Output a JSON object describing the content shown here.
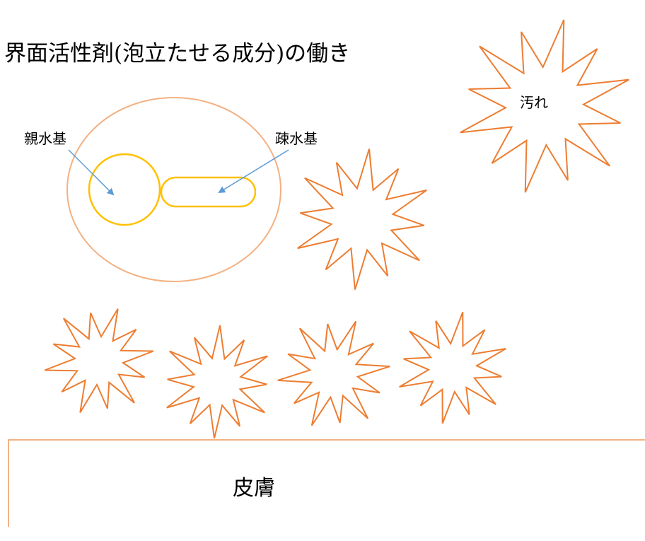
{
  "title": "界面活性剤(泡立たせる成分)の働き",
  "labels": {
    "hydrophilic": "親水基",
    "hydrophobic": "疎水基",
    "dirt": "汚れ",
    "skin": "皮膚"
  },
  "colors": {
    "starburst": "#ED7D31",
    "molecule_outline": "#F4B183",
    "molecule_parts": "#FFC000",
    "arrow": "#5B9BD5",
    "skin_line": "#F4B183",
    "text": "#000000"
  },
  "counts": {
    "dirt_particles": 6
  }
}
